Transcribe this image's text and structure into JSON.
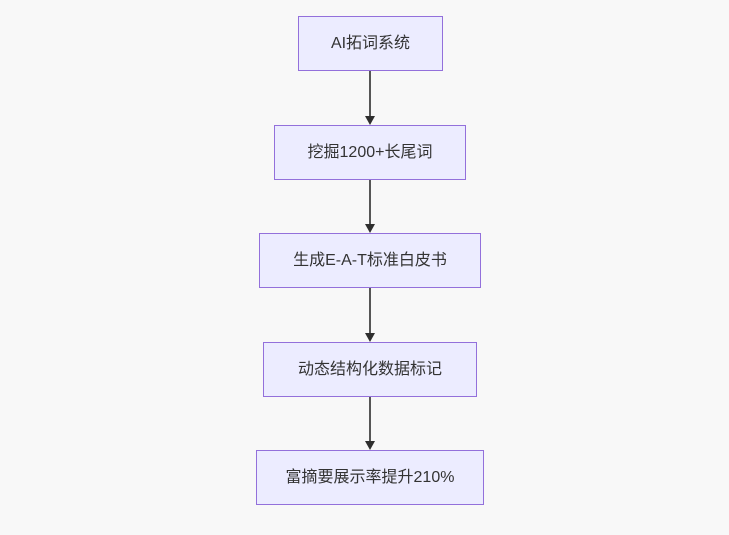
{
  "flowchart": {
    "type": "flowchart",
    "direction": "top-down",
    "background_color": "#f8f8f8",
    "node_fill_color": "#ececff",
    "node_border_color": "#9370db",
    "node_text_color": "#333333",
    "edge_line_color": "#565656",
    "edge_arrowhead_color": "#2e2e2e",
    "nodes": [
      {
        "id": "n1",
        "label": "AI拓词系统"
      },
      {
        "id": "n2",
        "label": "挖掘1200+长尾词"
      },
      {
        "id": "n3",
        "label": "生成E-A-T标准白皮书"
      },
      {
        "id": "n4",
        "label": "动态结构化数据标记"
      },
      {
        "id": "n5",
        "label": "富摘要展示率提升210%"
      }
    ],
    "edges": [
      {
        "from": "n1",
        "to": "n2",
        "style": "arrow-down"
      },
      {
        "from": "n2",
        "to": "n3",
        "style": "arrow-down"
      },
      {
        "from": "n3",
        "to": "n4",
        "style": "arrow-down"
      },
      {
        "from": "n4",
        "to": "n5",
        "style": "arrow-down"
      }
    ]
  }
}
